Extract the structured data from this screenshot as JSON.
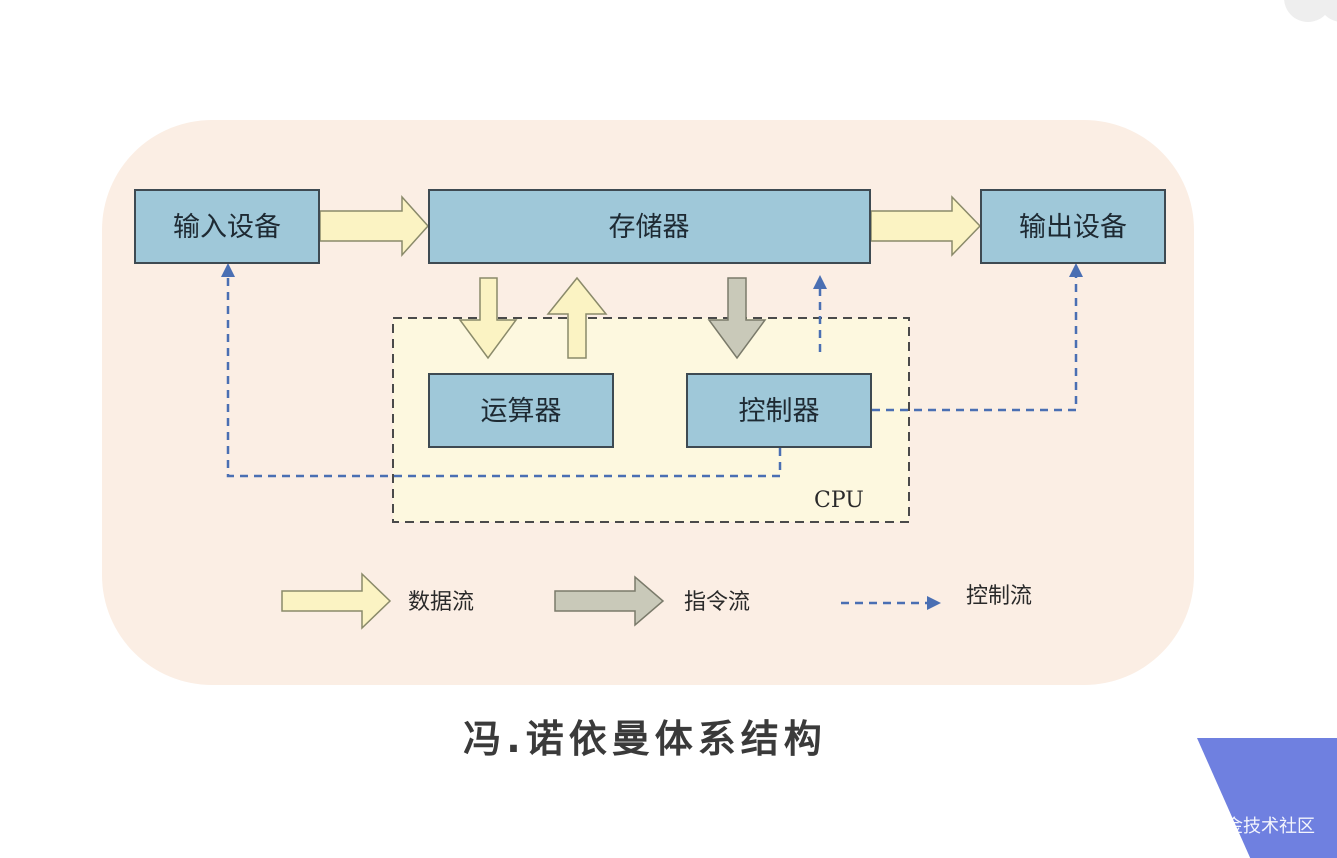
{
  "diagram": {
    "boxes": {
      "input": "输入设备",
      "memory": "存储器",
      "output": "输出设备",
      "alu": "运算器",
      "controller": "控制器"
    },
    "cpu_label": "CPU",
    "legend": {
      "data_flow": "数据流",
      "instruction_flow": "指令流",
      "control_flow": "控制流"
    }
  },
  "caption": "冯.诺依曼体系结构",
  "watermark": "@稀土掘金技术社区",
  "colors": {
    "panel_bg": "#fbeee4",
    "box_fill": "#9fc8d9",
    "box_stroke": "#3e4a52",
    "data_arrow": "#fbf3c3",
    "instruction_arrow": "#c9c9b9",
    "control_line": "#4a6fb3",
    "cpu_region": "#fdf8df",
    "corner_accent": "#6f80e0"
  }
}
